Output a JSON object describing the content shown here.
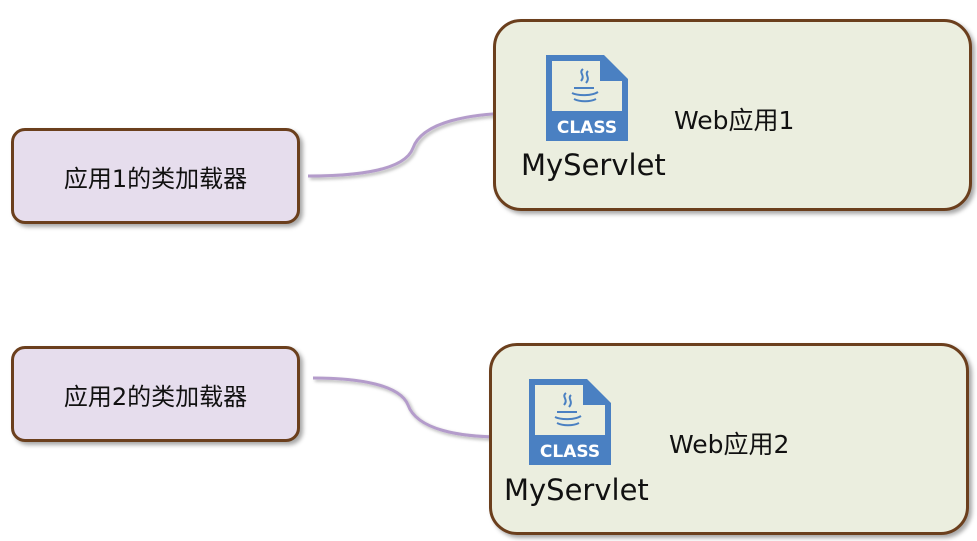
{
  "loaders": [
    {
      "label": "应用1的类加载器"
    },
    {
      "label": "应用2的类加载器"
    }
  ],
  "apps": [
    {
      "title": "Web应用1",
      "icon": "java-class-file-icon",
      "icon_label": "CLASS",
      "servlet": "MyServlet"
    },
    {
      "title": "Web应用2",
      "icon": "java-class-file-icon",
      "icon_label": "CLASS",
      "servlet": "MyServlet"
    }
  ],
  "colors": {
    "loader_fill": "#e6dded",
    "app_fill": "#ebeedf",
    "border": "#6b3f1d",
    "arrow": "#b49ccb",
    "icon": "#4a80c2"
  }
}
